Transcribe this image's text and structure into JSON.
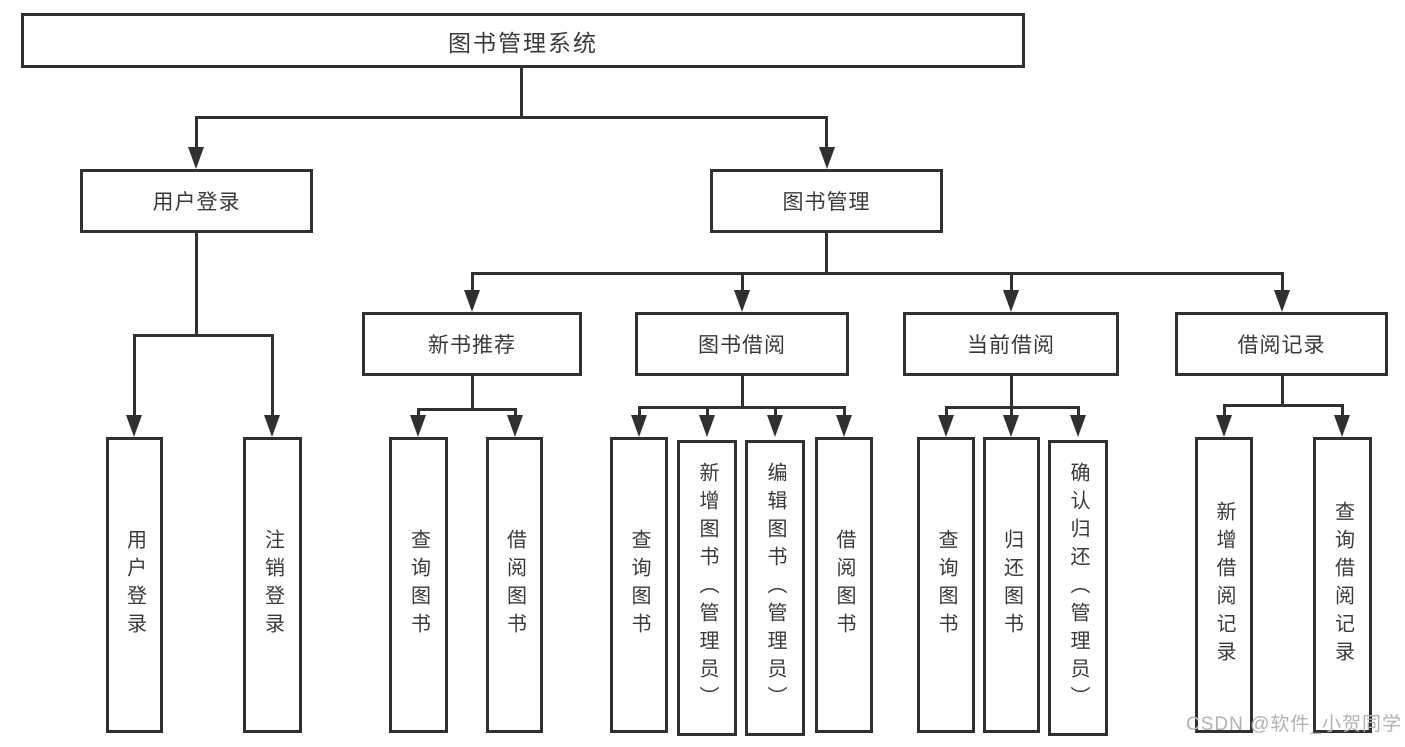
{
  "diagram": {
    "type": "tree",
    "title": "图书管理系统",
    "nodes": {
      "root": "图书管理系统",
      "level1": [
        "用户登录",
        "图书管理"
      ],
      "level2": [
        "新书推荐",
        "图书借阅",
        "当前借阅",
        "借阅记录"
      ],
      "leaves_user": [
        "用户登录",
        "注销登录"
      ],
      "leaves_newbook": [
        "查询图书",
        "借阅图书"
      ],
      "leaves_borrow": [
        "查询图书",
        "新增图书（管理员）",
        "编辑图书（管理员）",
        "借阅图书"
      ],
      "leaves_current": [
        "查询图书",
        "归还图书",
        "确认归还（管理员）"
      ],
      "leaves_records": [
        "新增借阅记录",
        "查询借阅记录"
      ]
    },
    "edges": [
      {
        "from": "图书管理系统",
        "to": [
          "用户登录",
          "图书管理"
        ]
      },
      {
        "from": "用户登录",
        "to": [
          "用户登录",
          "注销登录"
        ]
      },
      {
        "from": "图书管理",
        "to": [
          "新书推荐",
          "图书借阅",
          "当前借阅",
          "借阅记录"
        ]
      },
      {
        "from": "新书推荐",
        "to": [
          "查询图书",
          "借阅图书"
        ]
      },
      {
        "from": "图书借阅",
        "to": [
          "查询图书",
          "新增图书（管理员）",
          "编辑图书（管理员）",
          "借阅图书"
        ]
      },
      {
        "from": "当前借阅",
        "to": [
          "查询图书",
          "归还图书",
          "确认归还（管理员）"
        ]
      },
      {
        "from": "借阅记录",
        "to": [
          "新增借阅记录",
          "查询借阅记录"
        ]
      }
    ],
    "watermark": "CSDN @软件_小贺同学",
    "colors": {
      "line": "#303030",
      "box_border": "#303030",
      "box_fill": "#ffffff",
      "text": "#3a3a3a",
      "watermark": "#b2b2b2",
      "background": "#ffffff"
    }
  }
}
